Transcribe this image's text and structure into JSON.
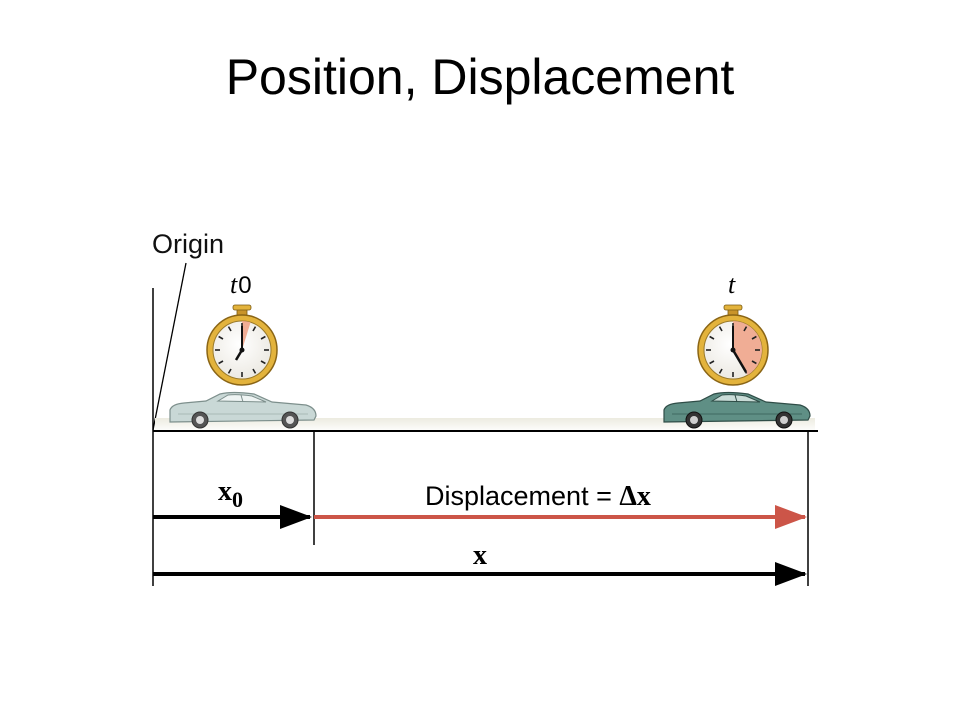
{
  "slide": {
    "title": "Position, Displacement"
  },
  "diagram": {
    "origin_label": "Origin",
    "start_time_label": "t",
    "start_time_subscript": "0",
    "end_time_label": "t",
    "initial_position_label": "x",
    "initial_position_subscript": "0",
    "displacement_label": "Displacement = ",
    "displacement_symbol": "Δx",
    "final_position_label": "x"
  },
  "colors": {
    "displacement_arrow": "#cc5548",
    "position_arrow": "#000000",
    "stopwatch_gold": "#e3b33c",
    "elapsed_wedge": "#f0ad95",
    "start_car": "#c9d8d6",
    "end_car": "#5f8f85",
    "ground": "#d9d6c5"
  },
  "icons": [
    "stopwatch-icon",
    "car-icon"
  ]
}
